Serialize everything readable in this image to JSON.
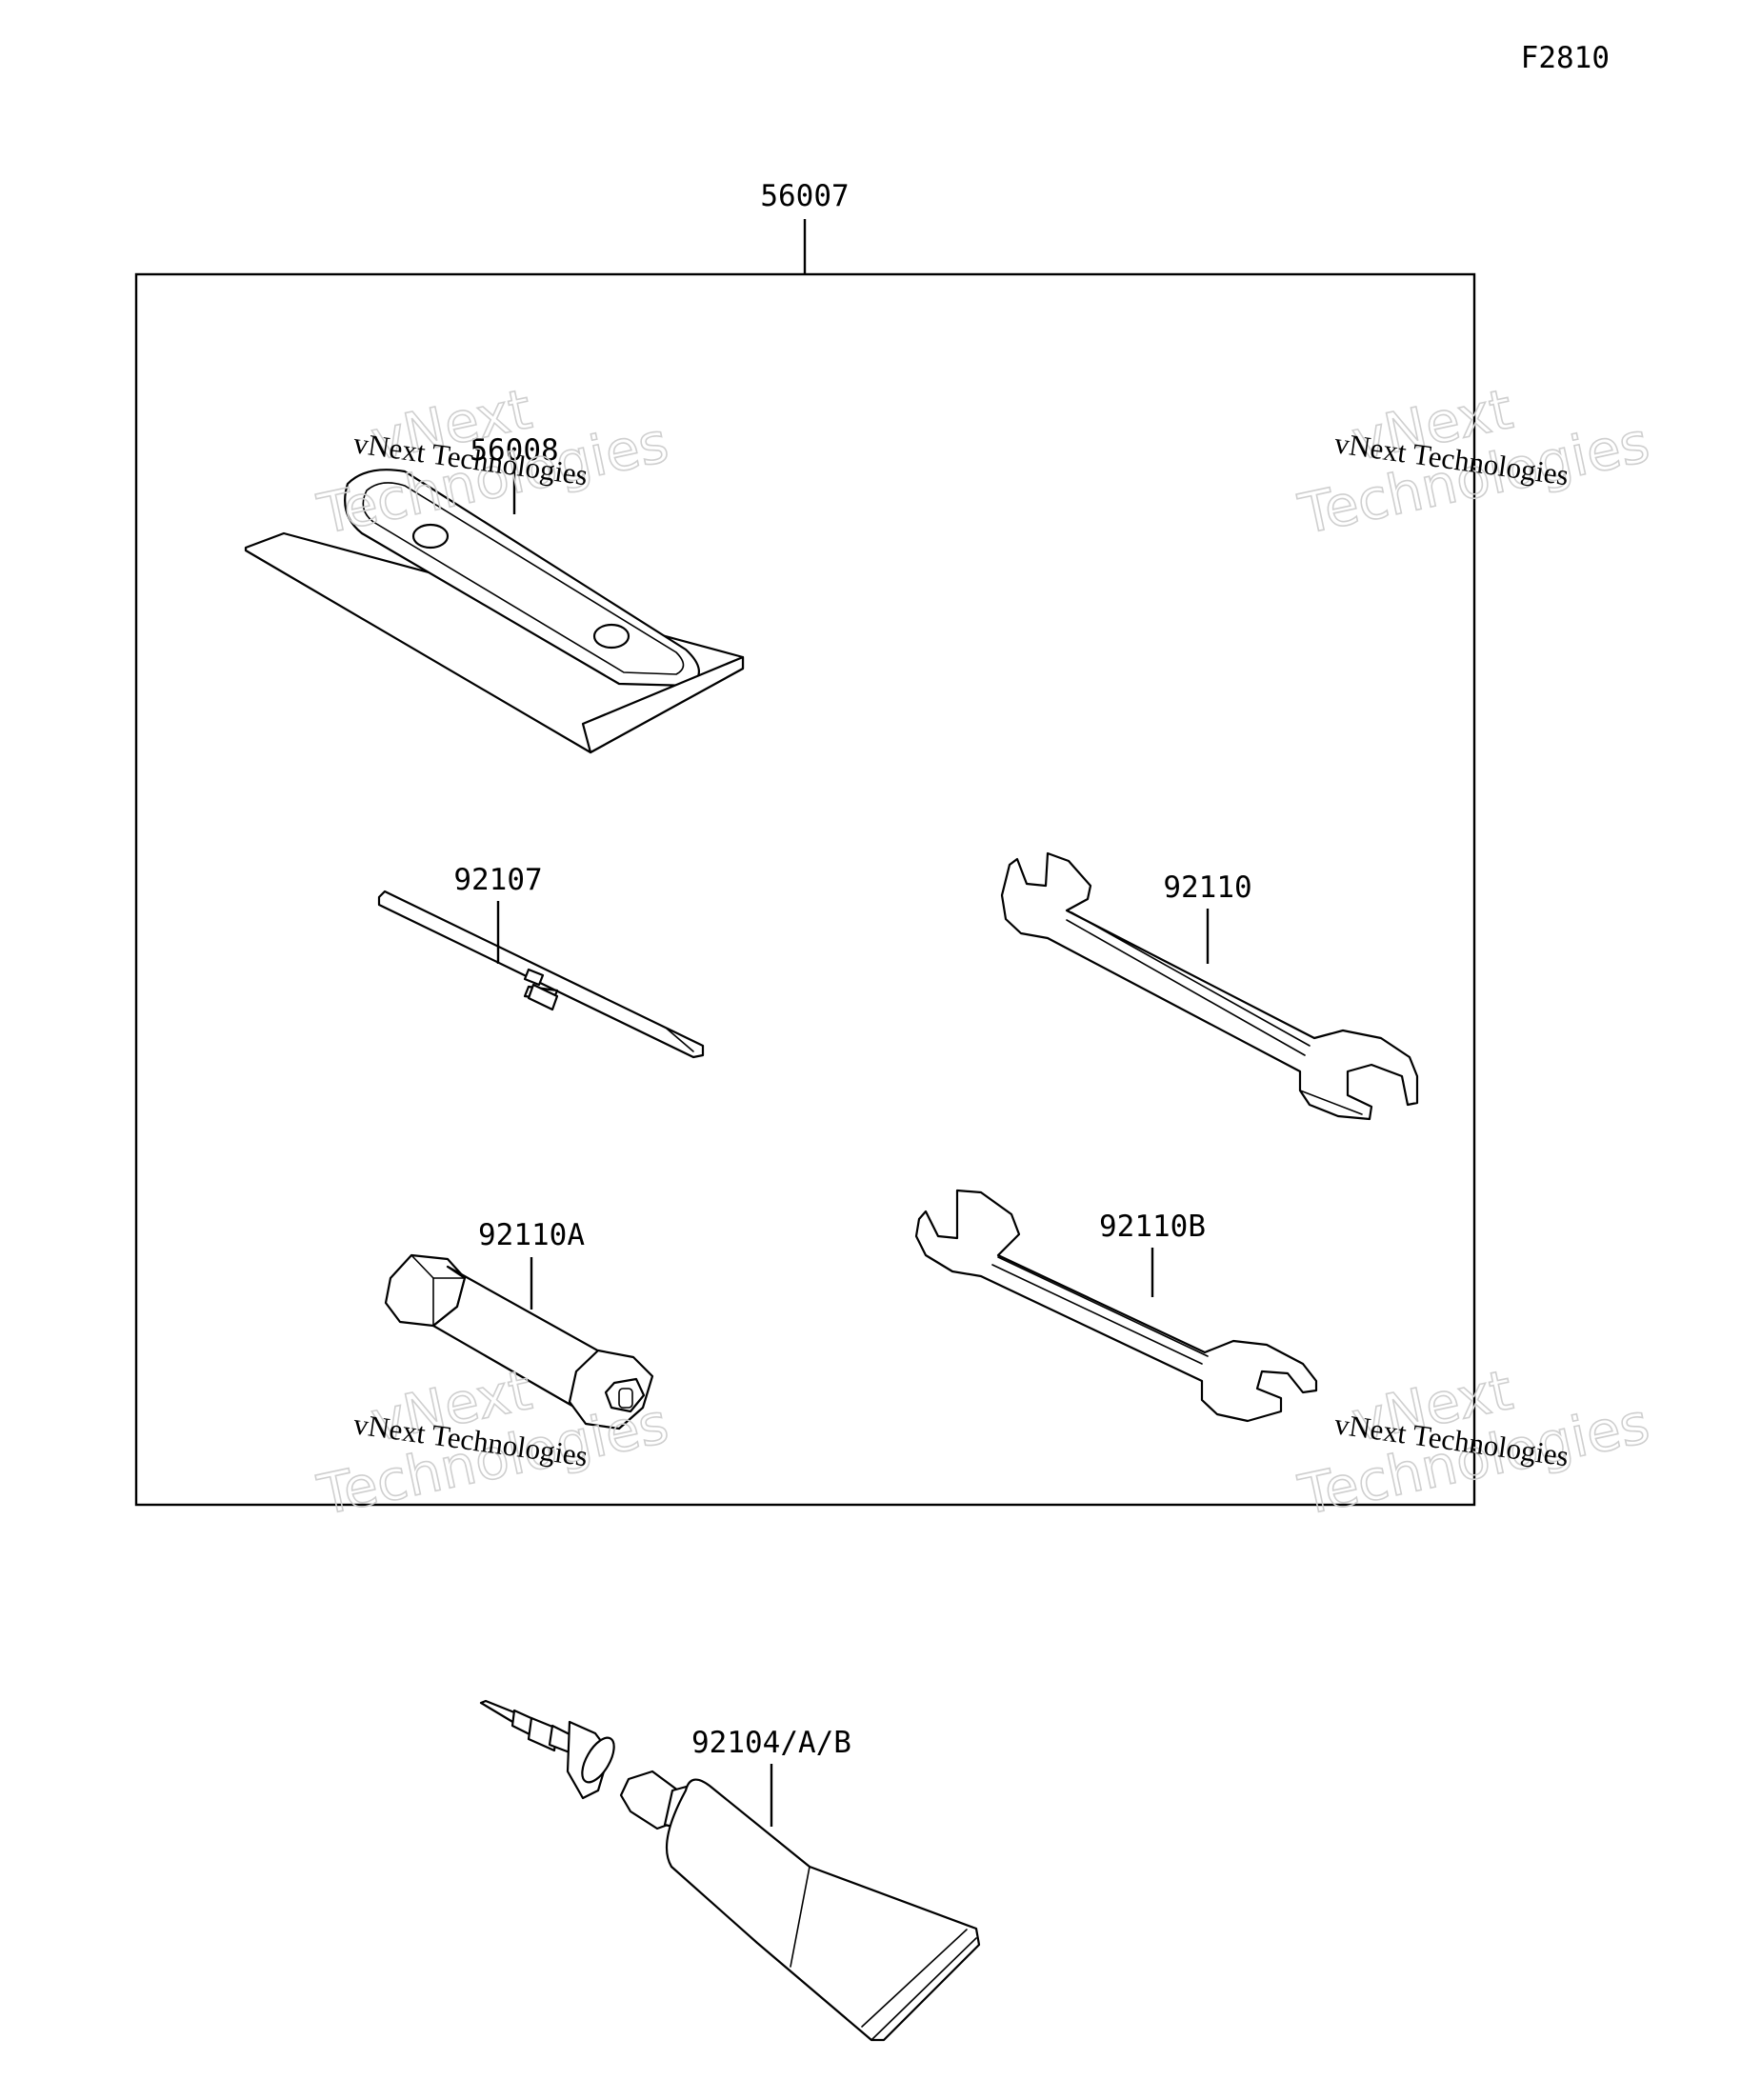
{
  "figure_code": "F2810",
  "kit": {
    "part_number": "56007"
  },
  "parts": {
    "bag": "56008",
    "screwdriver": "92107",
    "wrench_large": "92110",
    "plug_wrench": "92110A",
    "wrench_small": "92110B",
    "tube": "92104/A/B"
  },
  "watermark": {
    "line1": "vNext Technologies",
    "line2a": "vNext",
    "line2b": "Technologies"
  }
}
